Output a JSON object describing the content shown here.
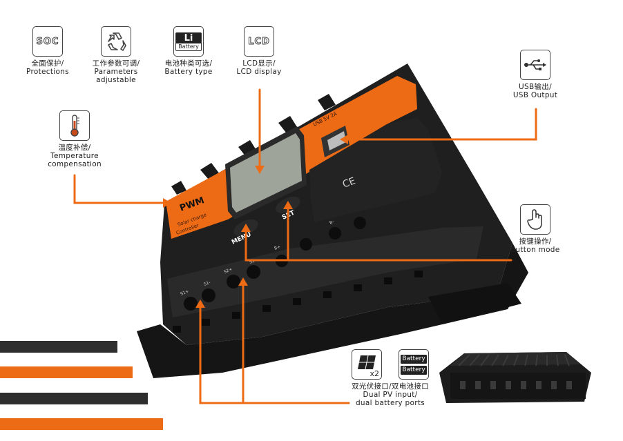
{
  "features": [
    {
      "id": "protections",
      "icon": "soc-icon",
      "icon_text": "SOC",
      "cn": "全面保护/",
      "en": "Protections"
    },
    {
      "id": "parameters",
      "icon": "recycle-icon",
      "cn": "工作参数可调/",
      "en": "Parameters",
      "en2": "adjustable"
    },
    {
      "id": "battery-type",
      "icon": "li-battery-icon",
      "icon_text": "Li",
      "icon_text2": "Battery",
      "cn": "电池种类可选/",
      "en": "Battery type"
    },
    {
      "id": "lcd",
      "icon": "lcd-icon",
      "icon_text": "LCD",
      "cn": "LCD显示/",
      "en": "LCD display"
    },
    {
      "id": "temperature",
      "icon": "thermometer-icon",
      "cn": "温度补偿/",
      "en": "Temperature",
      "en2": "compensation"
    },
    {
      "id": "usb",
      "icon": "usb-icon",
      "cn": "USB输出/",
      "en": "USB Output"
    },
    {
      "id": "button",
      "icon": "hand-pointer-icon",
      "cn": "按键操作/",
      "en": "button mode"
    },
    {
      "id": "dual",
      "icon": "solar-panel-icon",
      "icon_text": "x2",
      "battery1": "Battery",
      "battery2": "Battery",
      "cn": "双光伏接口/双电池接口",
      "en": "Dual PV input/",
      "en2": "dual battery ports"
    }
  ],
  "device": {
    "brand": "PWM",
    "subtitle1": "Solar charge",
    "subtitle2": "Controller",
    "usb_label": "USB 5V 2A",
    "menu_label": "MENU",
    "set_label": "SET",
    "ce_mark": "CE",
    "port_labels": [
      "S1+",
      "S1-",
      "S2+",
      "S2-",
      "B+",
      "B-"
    ]
  },
  "colors": {
    "accent": "#ee6b16",
    "dark": "#2e2e2e",
    "device_body": "#1c1c1c",
    "lcd": "#9fa49a"
  }
}
